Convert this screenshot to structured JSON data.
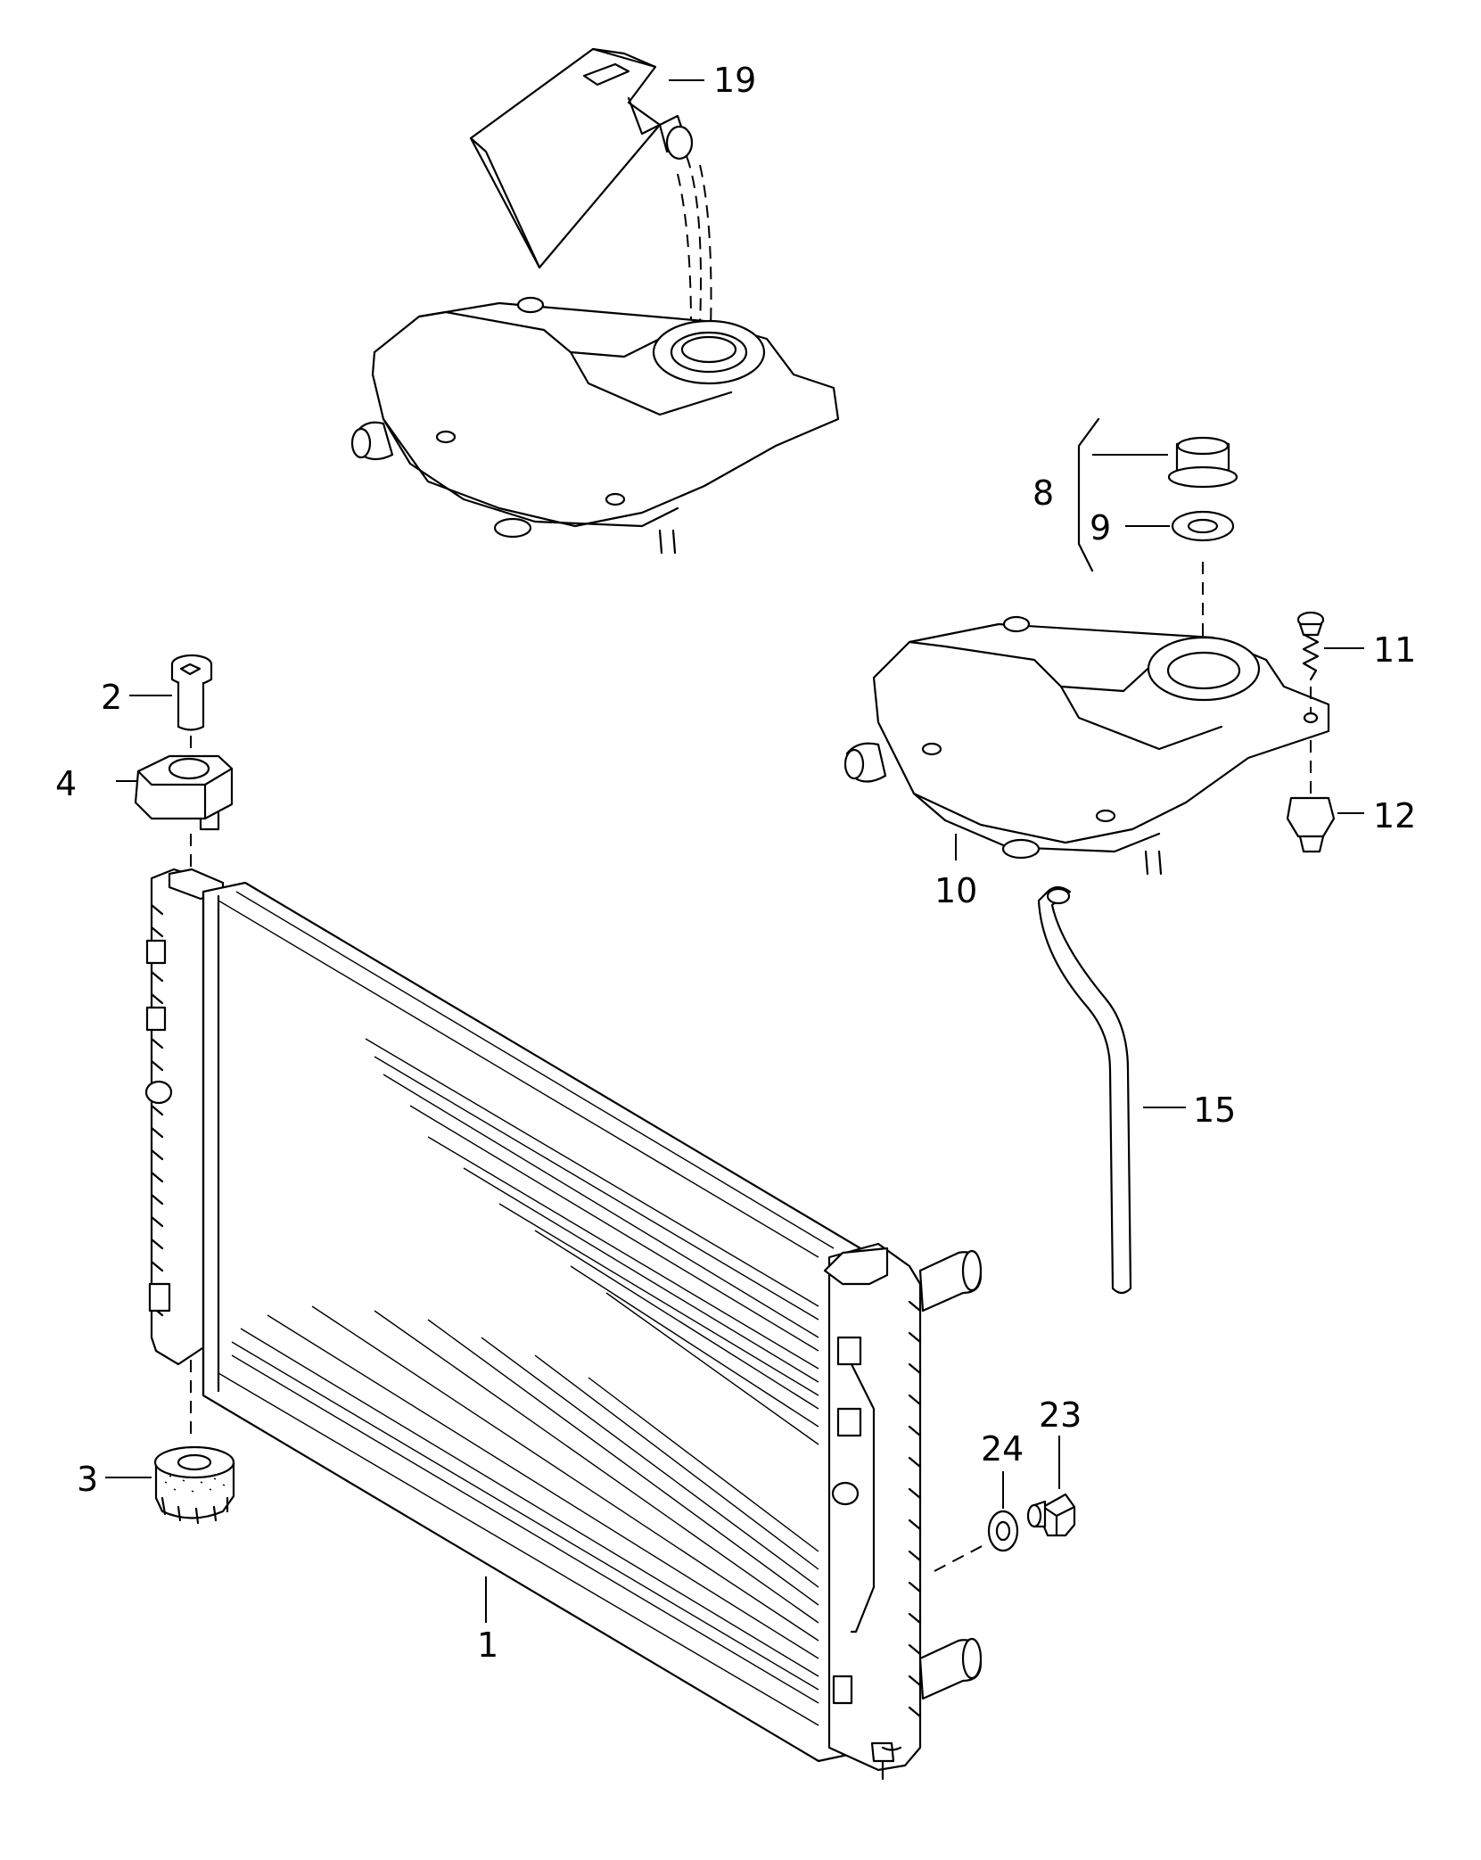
{
  "callouts": [
    {
      "id": "c1",
      "text": "1"
    },
    {
      "id": "c2",
      "text": "2"
    },
    {
      "id": "c3",
      "text": "3"
    },
    {
      "id": "c4",
      "text": "4"
    },
    {
      "id": "c8",
      "text": "8"
    },
    {
      "id": "c9",
      "text": "9"
    },
    {
      "id": "c10",
      "text": "10"
    },
    {
      "id": "c11",
      "text": "11"
    },
    {
      "id": "c12",
      "text": "12"
    },
    {
      "id": "c15",
      "text": "15"
    },
    {
      "id": "c19",
      "text": "19"
    },
    {
      "id": "c23",
      "text": "23"
    },
    {
      "id": "c24",
      "text": "24"
    }
  ],
  "colors": {
    "ink": "#000000",
    "paper": "#ffffff"
  }
}
